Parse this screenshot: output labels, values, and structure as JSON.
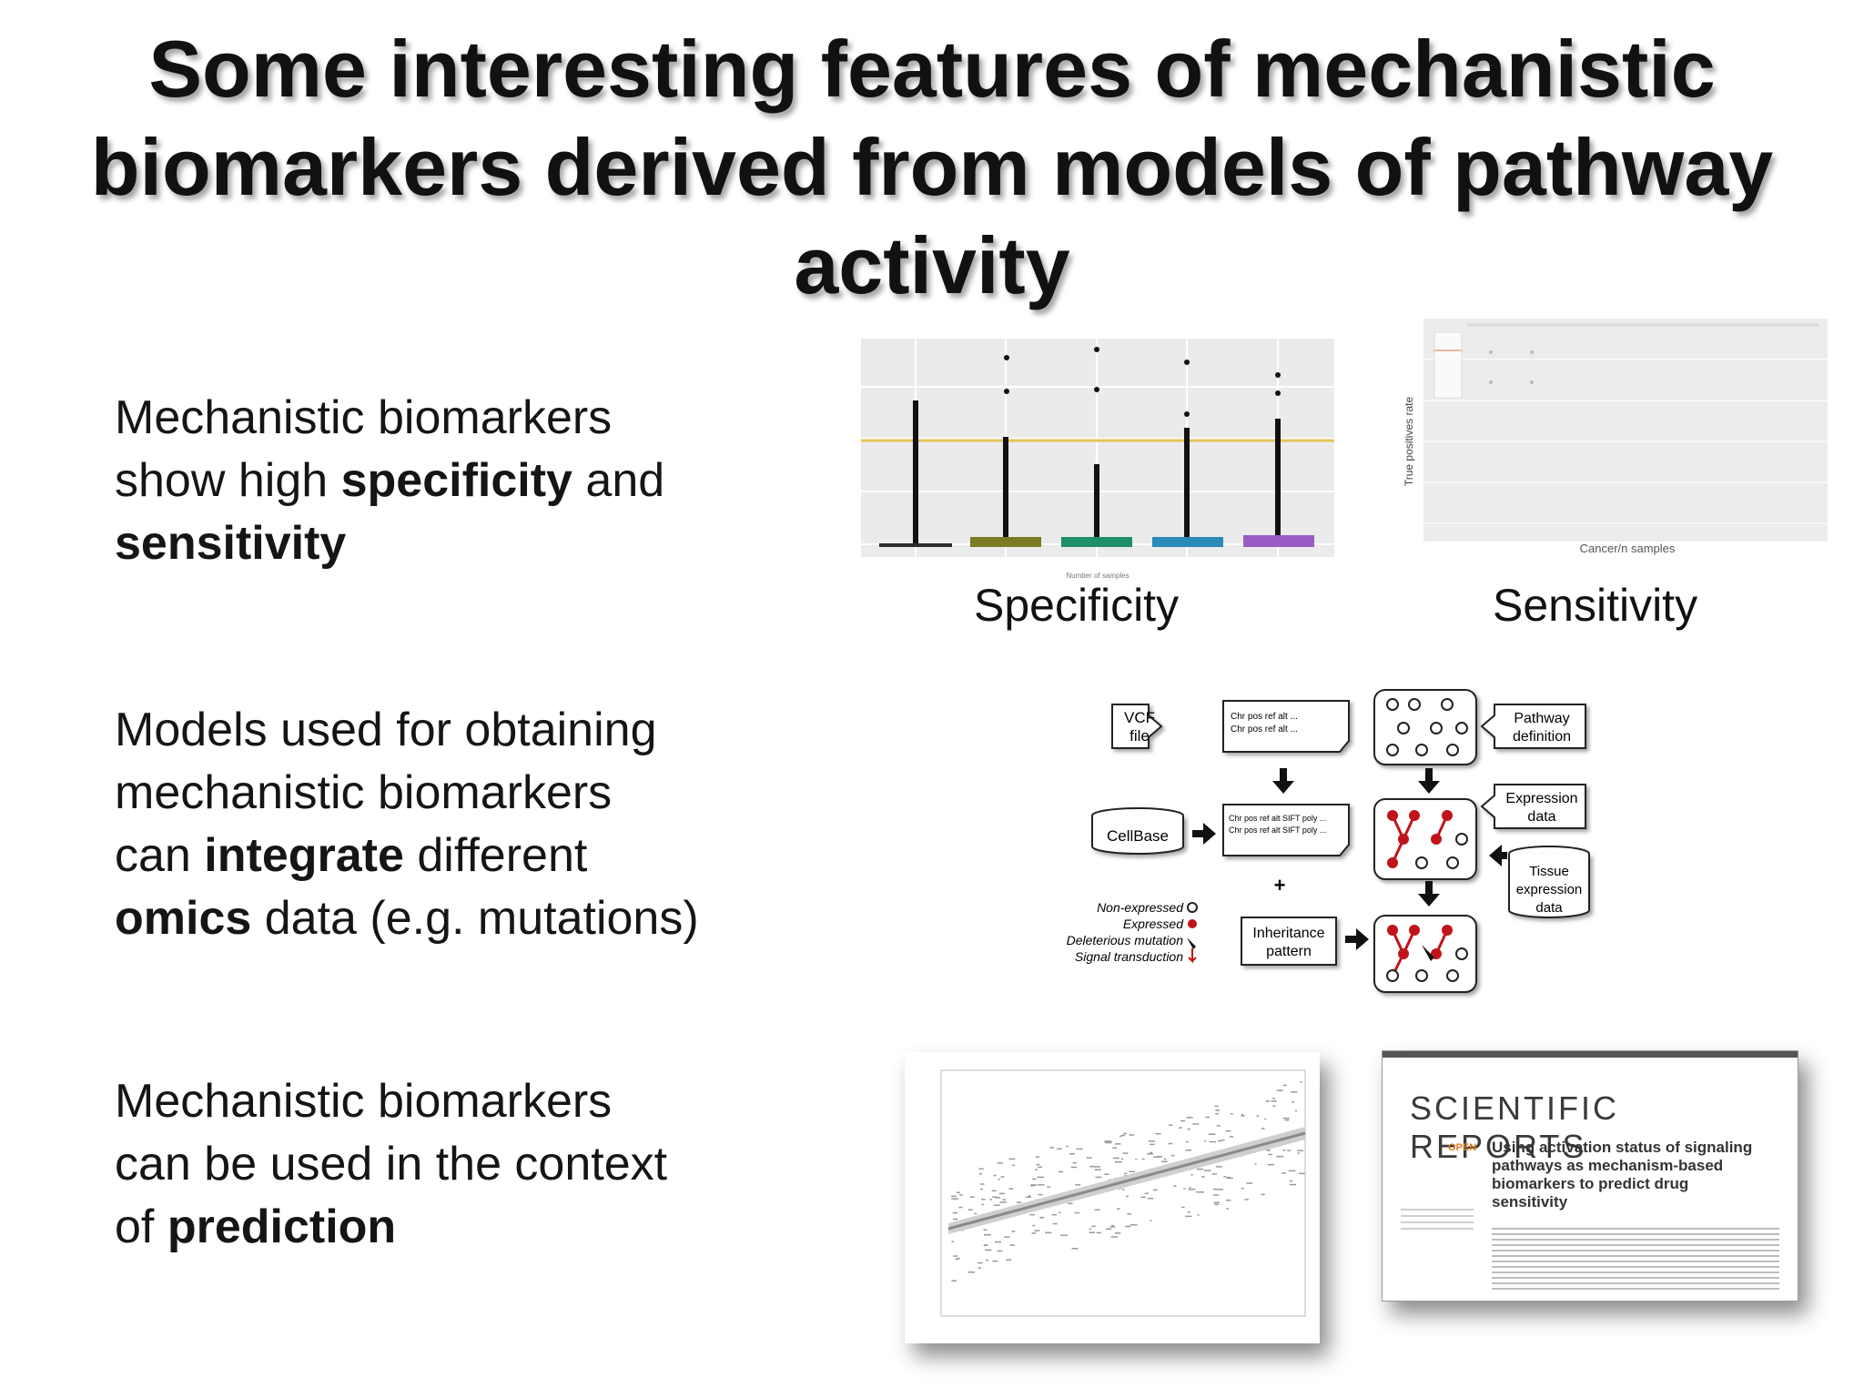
{
  "slide": {
    "title_lines": [
      "Some interesting features of mechanistic",
      "biomarkers derived from models of pathway",
      "activity"
    ]
  },
  "bullets": [
    {
      "parts": [
        "Mechanistic biomarkers",
        "show high ",
        "specificity",
        " and",
        "sensitivity"
      ]
    },
    {
      "parts": [
        "Models used for obtaining",
        "mechanistic biomarkers",
        "can ",
        "integrate",
        " different",
        "omics",
        " data (e.g. mutations)"
      ]
    },
    {
      "parts": [
        "Mechanistic biomarkers",
        "can be used in the context",
        "of ",
        "prediction"
      ]
    }
  ],
  "captions": {
    "specificity": "Specificity",
    "sensitivity": "Sensitivity"
  },
  "sensitivity_plot": {
    "xlabel": "Cancer/n samples",
    "ylabel": "True positives rate"
  },
  "specificity_plot": {
    "xlabel": "Number of samples"
  },
  "workflow": {
    "vcf": [
      "VCF",
      "file"
    ],
    "chr_box": [
      "Chr pos ref alt ...",
      "Chr pos ref alt ..."
    ],
    "sift_box": [
      "Chr pos ref alt SIFT poly ...",
      "Chr pos ref alt SIFT poly ..."
    ],
    "pathway": [
      "Pathway",
      "definition"
    ],
    "expression": [
      "Expression",
      "data"
    ],
    "cellbase": "CellBase",
    "tissue": [
      "Tissue",
      "expression",
      "data"
    ],
    "inheritance": [
      "Inheritance",
      "pattern"
    ],
    "plus": "+",
    "legend": [
      "Non-expressed",
      "Expressed",
      "Deleterious mutation",
      "Signal transduction"
    ]
  },
  "paper": {
    "journal": "SCIENTIFIC REPORTS",
    "open": "OPEN",
    "title_lines": [
      "Using activation status of signaling",
      "pathways as mechanism-based",
      "biomarkers to predict drug",
      "sensitivity"
    ]
  },
  "colors": {
    "box_fill": [
      "#2b2b2b",
      "#7c7a22",
      "#1f8e6a",
      "#2a8ab8",
      "#9b5bc4"
    ],
    "threshold_line": "#e6c257",
    "red_node": "#c0141a"
  }
}
